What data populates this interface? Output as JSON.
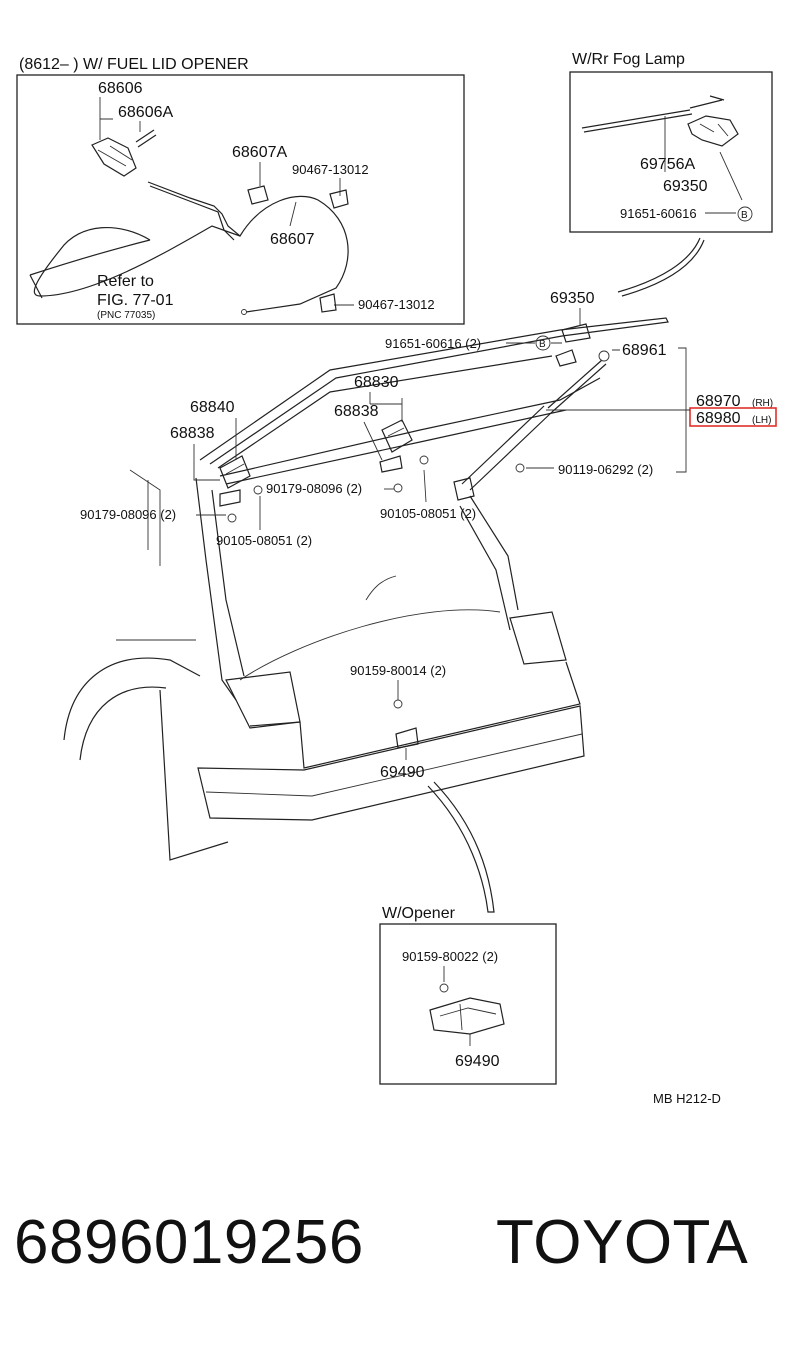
{
  "footer": {
    "part_number": "6896019256",
    "brand": "TOYOTA"
  },
  "highlight_color": "#e0302a",
  "insets": {
    "fuel_lid": {
      "title": "(8612–        ) W/ FUEL LID OPENER",
      "labels": [
        "68606",
        "68606A",
        "68607A",
        "90467-13012",
        "68607",
        "90467-13012"
      ],
      "refer_1": "Refer to",
      "refer_2": "FIG. 77-01",
      "refer_3": "(PNC 77035)"
    },
    "fog_lamp": {
      "title": "W/Rr Fog Lamp",
      "labels": [
        "69756A",
        "69350",
        "91651-60616"
      ],
      "badge": "B"
    },
    "opener": {
      "title": "W/Opener",
      "labels": [
        "90159-80022 (2)",
        "69490"
      ]
    }
  },
  "main": {
    "labels": {
      "p69350": "69350",
      "p91651": "91651-60616 (2)",
      "p68961": "68961",
      "p68830": "68830",
      "p68840": "68840",
      "p68838a": "68838",
      "p68838b": "68838",
      "p68970": "68970",
      "p68970_side": "(RH)",
      "p68980": "68980",
      "p68980_side": "(LH)",
      "p90119": "90119-06292 (2)",
      "p90179a": "90179-08096 (2)",
      "p90179b": "90179-08096 (2)",
      "p90105a": "90105-08051 (2)",
      "p90105b": "90105-08051 (2)",
      "p90159": "90159-80014 (2)",
      "p69490": "69490"
    },
    "badge": "B",
    "code": "MB  H212-D"
  }
}
